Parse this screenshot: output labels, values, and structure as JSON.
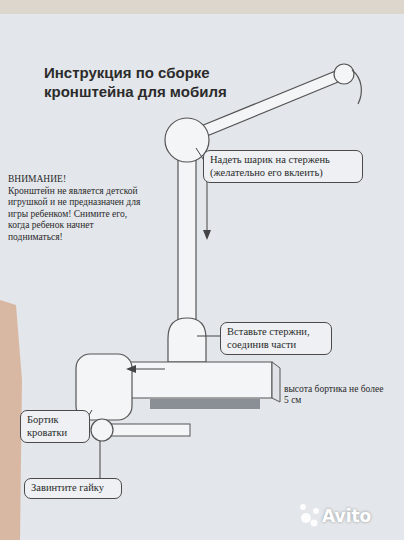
{
  "diagram": {
    "title": "Инструкция по сборке кронштейна для мобиля",
    "nodes": [
      {
        "text": [
          "Надеть шарик на стержень (желательно его вклеить)"
        ]
      },
      {
        "text": [
          "Вставьте стержни, соединив части"
        ]
      },
      {
        "text": [
          "Бортик кроватки"
        ]
      },
      {
        "text": [
          "Завинтите гайку"
        ]
      }
    ],
    "labels": [
      "ВНИМАНИЕ!",
      "Кронштейн не является детской игрушкой и не предназначен для игры ребенком! Снимите его, когда ребенок начнет подниматься!",
      "высота бортика не более 5 см",
      "Avito"
    ]
  }
}
